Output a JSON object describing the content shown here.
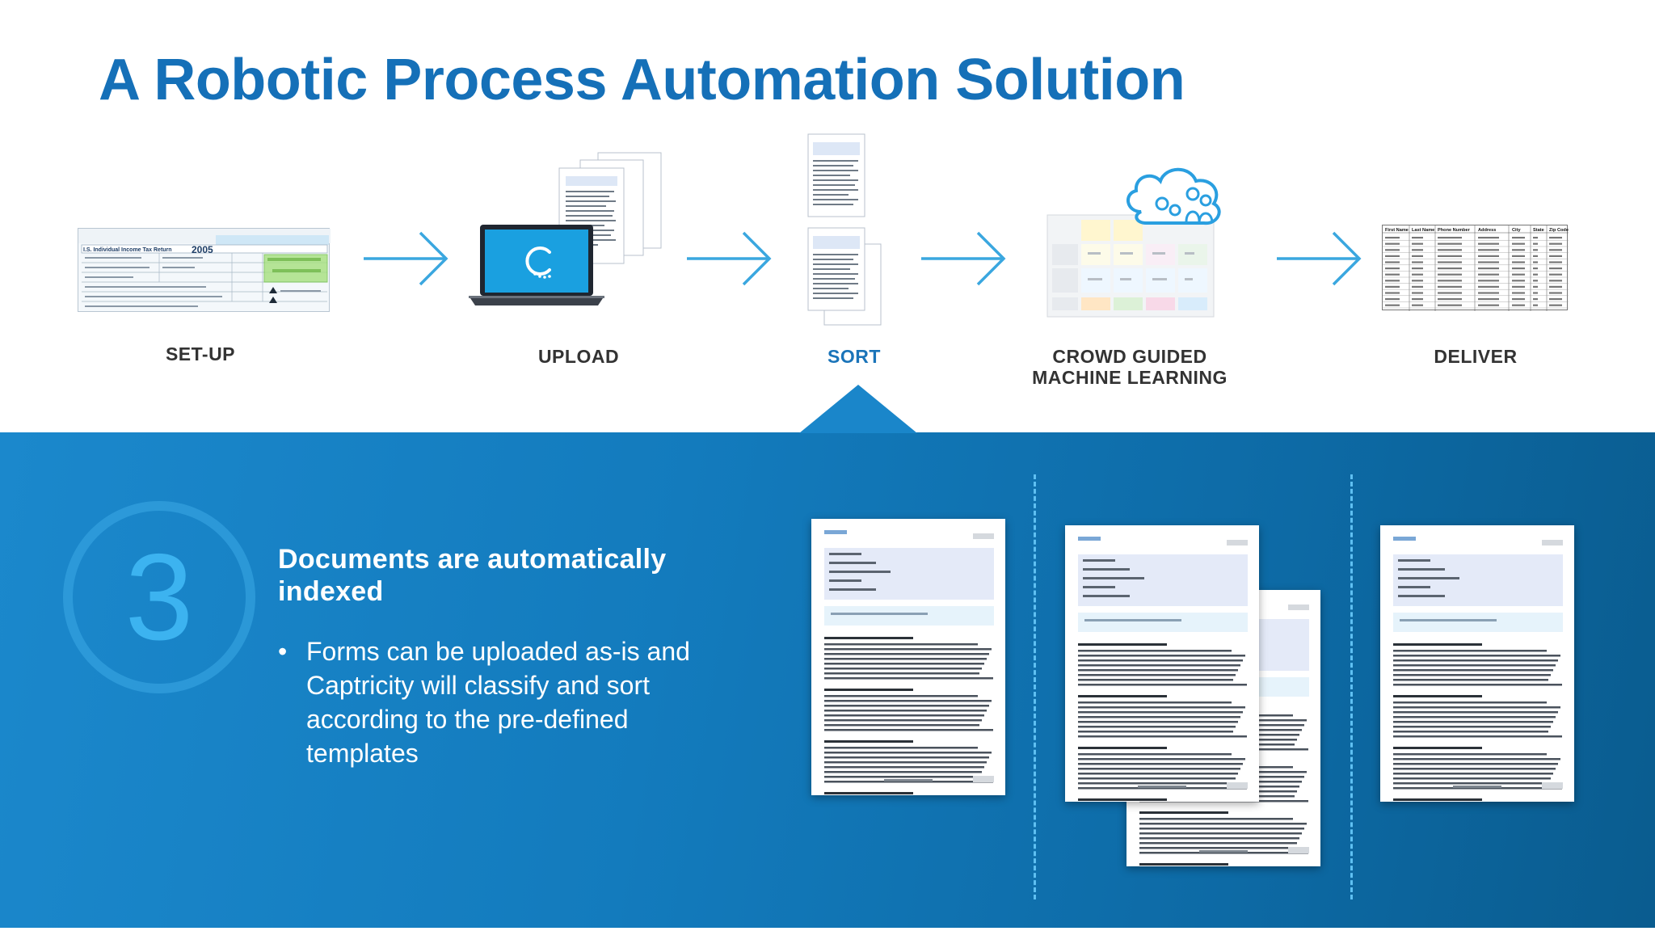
{
  "title": "A Robotic Process Automation Solution",
  "steps": [
    {
      "label": "SET-UP"
    },
    {
      "label": "UPLOAD"
    },
    {
      "label": "SORT"
    },
    {
      "label": "CROWD GUIDED",
      "label2": "MACHINE LEARNING"
    },
    {
      "label": "DELIVER"
    }
  ],
  "active_step": "SORT",
  "setup_form": {
    "line1": "I.S. Individual Income Tax Return",
    "year": "2005"
  },
  "deliver_table": {
    "headers": [
      "First Name",
      "Last Name",
      "Phone Number",
      "Address",
      "City",
      "State",
      "Zip Code"
    ]
  },
  "detail": {
    "step_number": "3",
    "heading": "Documents are automatically indexed",
    "bullet": "Forms can be uploaded as-is and Captricity will classify and sort according to the pre-defined templates"
  },
  "colors": {
    "title": "#1570b8",
    "accent": "#3aa7df",
    "panel_start": "#1b88cc",
    "panel_end": "#0a5c8f"
  }
}
